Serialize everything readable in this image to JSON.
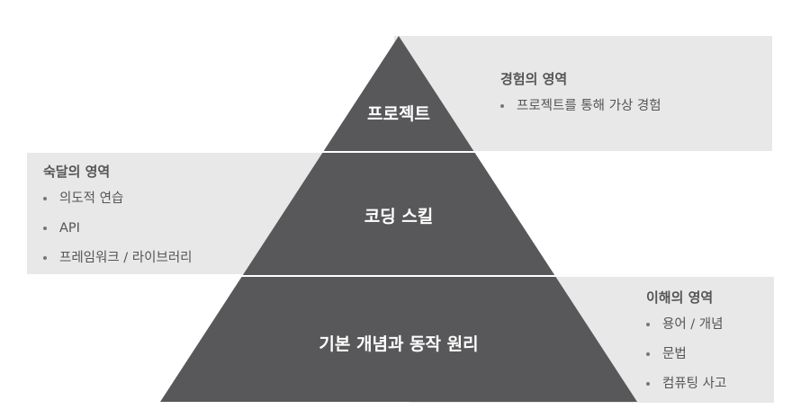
{
  "pyramid": {
    "tiers": [
      {
        "label": "프로젝트"
      },
      {
        "label": "코딩 스킬"
      },
      {
        "label": "기본 개념과 동작 원리"
      }
    ]
  },
  "panels": {
    "experience": {
      "title": "경험의 영역",
      "items": [
        "프로젝트를 통해 가상 경험"
      ]
    },
    "mastery": {
      "title": "숙달의 영역",
      "items": [
        "의도적 연습",
        "API",
        "프레임워크 / 라이브러리"
      ]
    },
    "understanding": {
      "title": "이해의 영역",
      "items": [
        "용어 / 개념",
        "문법",
        "컴퓨팅 사고"
      ]
    }
  },
  "colors": {
    "pyramid_fill": "#58585a",
    "panel_bg": "#e8e8e8",
    "divider": "#ffffff",
    "text": "#555555"
  }
}
